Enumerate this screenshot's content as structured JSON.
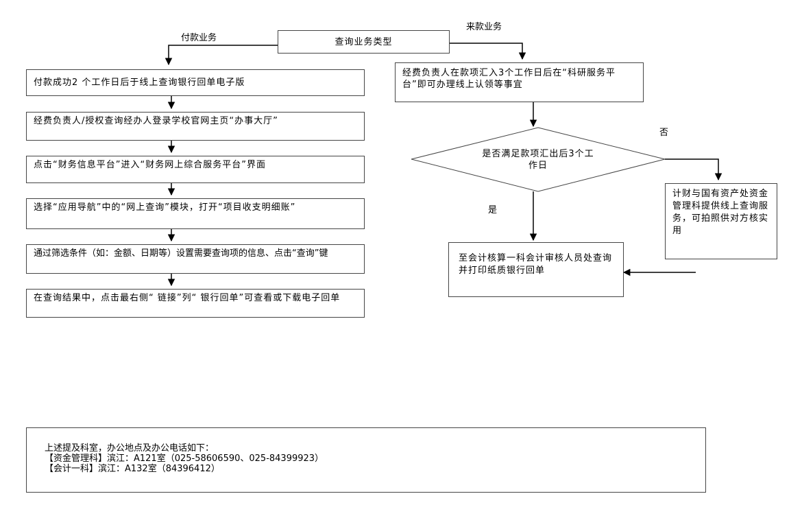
{
  "flowchart": {
    "start": "查询业务类型",
    "branch_pay_label": "付款业务",
    "branch_receive_label": "来款业务",
    "pay_steps": [
      "付款成功2 个工作日后于线上查询银行回单电子版",
      "经费负责人/授权查询经办人登录学校官网主页“办事大厅”",
      "点击“财务信息平台”进入“财务网上综合服务平台”界面",
      "选择“应用导航”中的“网上查询”模块，打开“项目收支明细账”",
      "通过筛选条件（如：金额、日期等）设置需要查询项的信息、点击“查询”键",
      "在查询结果中，点击最右侧“ 链接”列“ 银行回单”可查看或下载电子回单"
    ],
    "receive_step": "经费负责人在款项汇入3个工作日后在“科研服务平台”即可办理线上认领等事宜",
    "decision": "是否满足款项汇出后3个工作日",
    "no_label": "否",
    "yes_label": "是",
    "no_step": "计财与国有资产处资金管理科提供线上查询服务，可拍照供对方核实用",
    "yes_step": "至会计核算一科会计审核人员处查询并打印纸质银行回单"
  },
  "note": {
    "lines": [
      "上述提及科室，办公地点及办公电话如下：",
      "【资金管理科】滨江：A121室（025-58606590、025-84399923）",
      "【会计一科】滨江：A132室（84396412）"
    ]
  }
}
